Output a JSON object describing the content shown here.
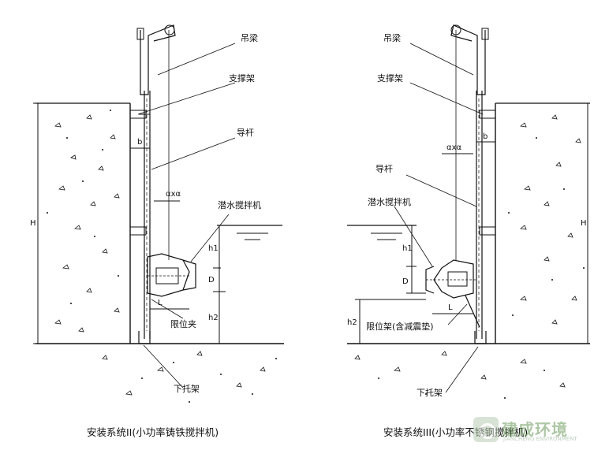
{
  "left_system": {
    "caption": "安装系统II(小功率铸铁搅拌机)",
    "labels": {
      "beam": "吊梁",
      "bracket": "支撑架",
      "guide_rod": "导杆",
      "mixer": "潜水搅拌机",
      "limit_clamp": "限位夹",
      "lower_bracket": "下托架"
    },
    "dims": {
      "H": "H",
      "h1": "h1",
      "h2": "h2",
      "D": "D",
      "L": "L",
      "b": "b",
      "axa": "αxα"
    }
  },
  "right_system": {
    "caption": "安装系统III(小功率不锈钢搅拌机)",
    "labels": {
      "beam": "吊梁",
      "bracket": "支撑架",
      "guide_rod": "导杆",
      "mixer": "潜水搅拌机",
      "limit_frame": "限位架(含减震垫)",
      "lower_bracket": "下托架"
    },
    "dims": {
      "H": "H",
      "h1": "h1",
      "h2": "h2",
      "D": "D",
      "L": "L",
      "b": "b",
      "axa": "αxα"
    }
  },
  "watermark": {
    "name": "建成环境",
    "subtitle": "JIANCHENG ENVIRONMENT"
  }
}
